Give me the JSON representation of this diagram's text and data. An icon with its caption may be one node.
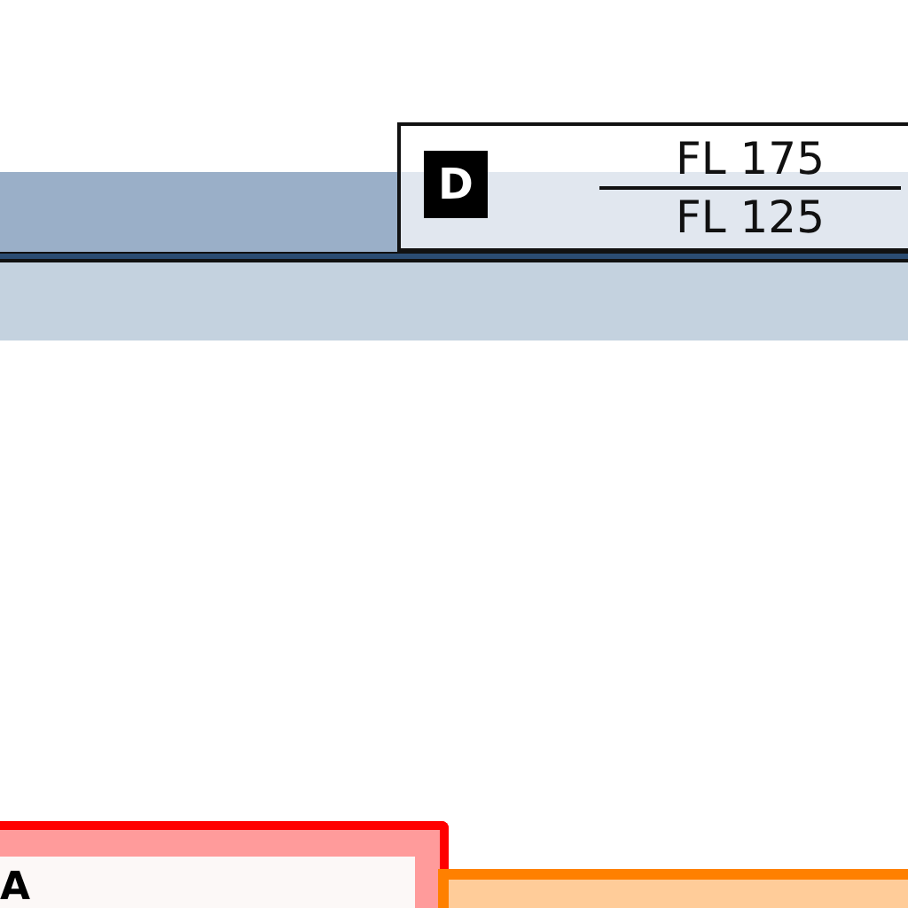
{
  "diagram": {
    "nodes": [
      {
        "text": [
          "D",
          "FL 175",
          "FL 125"
        ]
      },
      {
        "text": [
          "A"
        ]
      },
      {
        "text": [],
        "shape": "box"
      }
    ],
    "edges": []
  }
}
